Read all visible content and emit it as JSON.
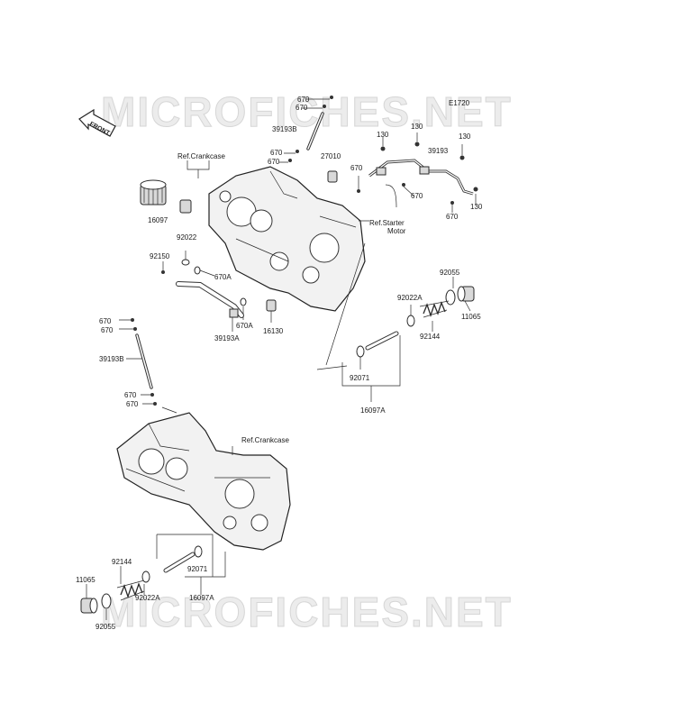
{
  "watermark": {
    "top": "MICROFICHES.NET",
    "bottom": "MICROFICHES.NET"
  },
  "diagram_code": "E1720",
  "front_arrow": "FRONT",
  "refs": {
    "crankcase_top": "Ref.Crankcase",
    "crankcase_bottom": "Ref.Crankcase",
    "starter_motor_line1": "Ref.Starter",
    "starter_motor_line2": "Motor"
  },
  "parts": {
    "p670_a": "670",
    "p670_b": "670",
    "p39193b_top": "39193B",
    "p670_c": "670",
    "p670_d": "670",
    "p27010": "27010",
    "p670_e": "670",
    "p130_a": "130",
    "p130_b": "130",
    "p130_c": "130",
    "p130_d": "130",
    "p39193": "39193",
    "p670_f": "670",
    "p670_g": "670",
    "p16097": "16097",
    "p92022": "92022",
    "p92150": "92150",
    "p670a_a": "670A",
    "p670a_b": "670A",
    "p39193a": "39193A",
    "p16130": "16130",
    "p92055_top": "92055",
    "p92022a_top": "92022A",
    "p11065_top": "11065",
    "p92144_top": "92144",
    "p92071_top": "92071",
    "p16097a_top": "16097A",
    "p670_h": "670",
    "p670_i": "670",
    "p39193b_left": "39193B",
    "p670_j": "670",
    "p670_k": "670",
    "p92144_bot": "92144",
    "p92071_bot": "92071",
    "p11065_bot": "11065",
    "p92022a_bot": "92022A",
    "p16097a_bot": "16097A",
    "p92055_bot": "92055"
  }
}
